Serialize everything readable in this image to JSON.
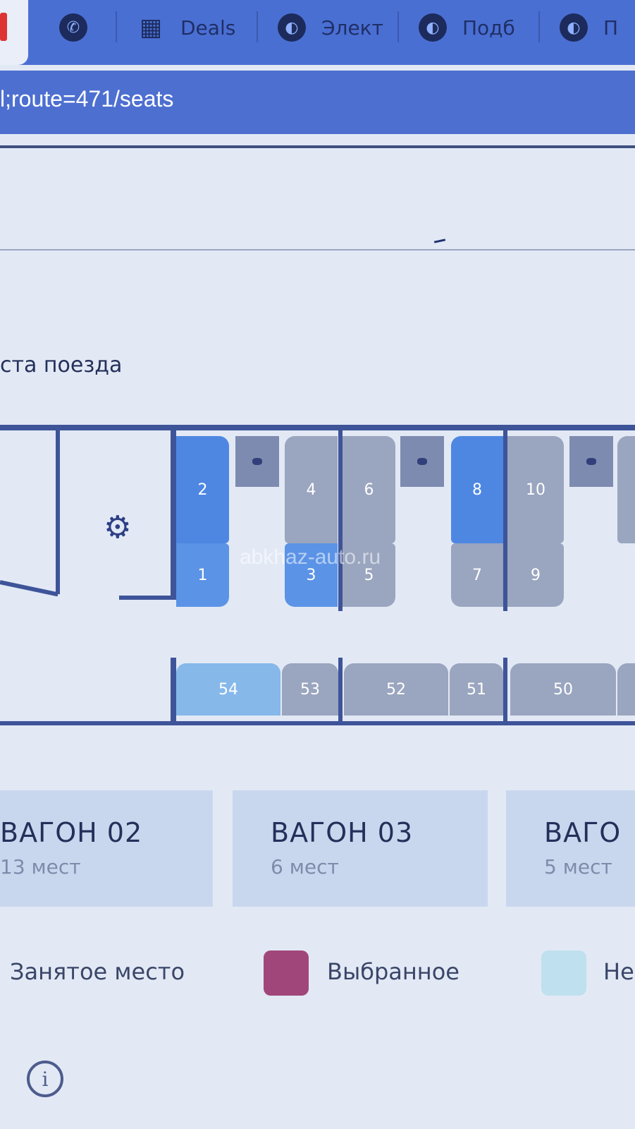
{
  "browser": {
    "tabs": [
      {
        "label": "",
        "icon": "whatsapp-icon"
      },
      {
        "label": "Deals",
        "icon": "sheet-icon"
      },
      {
        "label": "Элект",
        "icon": "globe-icon"
      },
      {
        "label": "Подб",
        "icon": "globe-icon"
      },
      {
        "label": "П",
        "icon": "globe-icon"
      }
    ],
    "address": "l;route=471/seats"
  },
  "page": {
    "heading": "ста поезда",
    "watermark": "abkhaz-auto.ru"
  },
  "seats": {
    "s1": "1",
    "s2": "2",
    "s3": "3",
    "s4": "4",
    "s5": "5",
    "s6": "6",
    "s7": "7",
    "s8": "8",
    "s9": "9",
    "s10": "10",
    "s50": "50",
    "s51": "51",
    "s52": "52",
    "s53": "53",
    "s54": "54"
  },
  "wagons": [
    {
      "title": "ВАГОН 02",
      "seats": "13 мест"
    },
    {
      "title": "ВАГОН 03",
      "seats": "6 мест"
    },
    {
      "title": "ВАГО",
      "seats": "5 мест"
    }
  ],
  "legend": {
    "occupied": "Занятое место",
    "selected": "Выбранное",
    "third": "Не",
    "selected_color": "#a1467a",
    "third_color": "#bfe0ee"
  }
}
